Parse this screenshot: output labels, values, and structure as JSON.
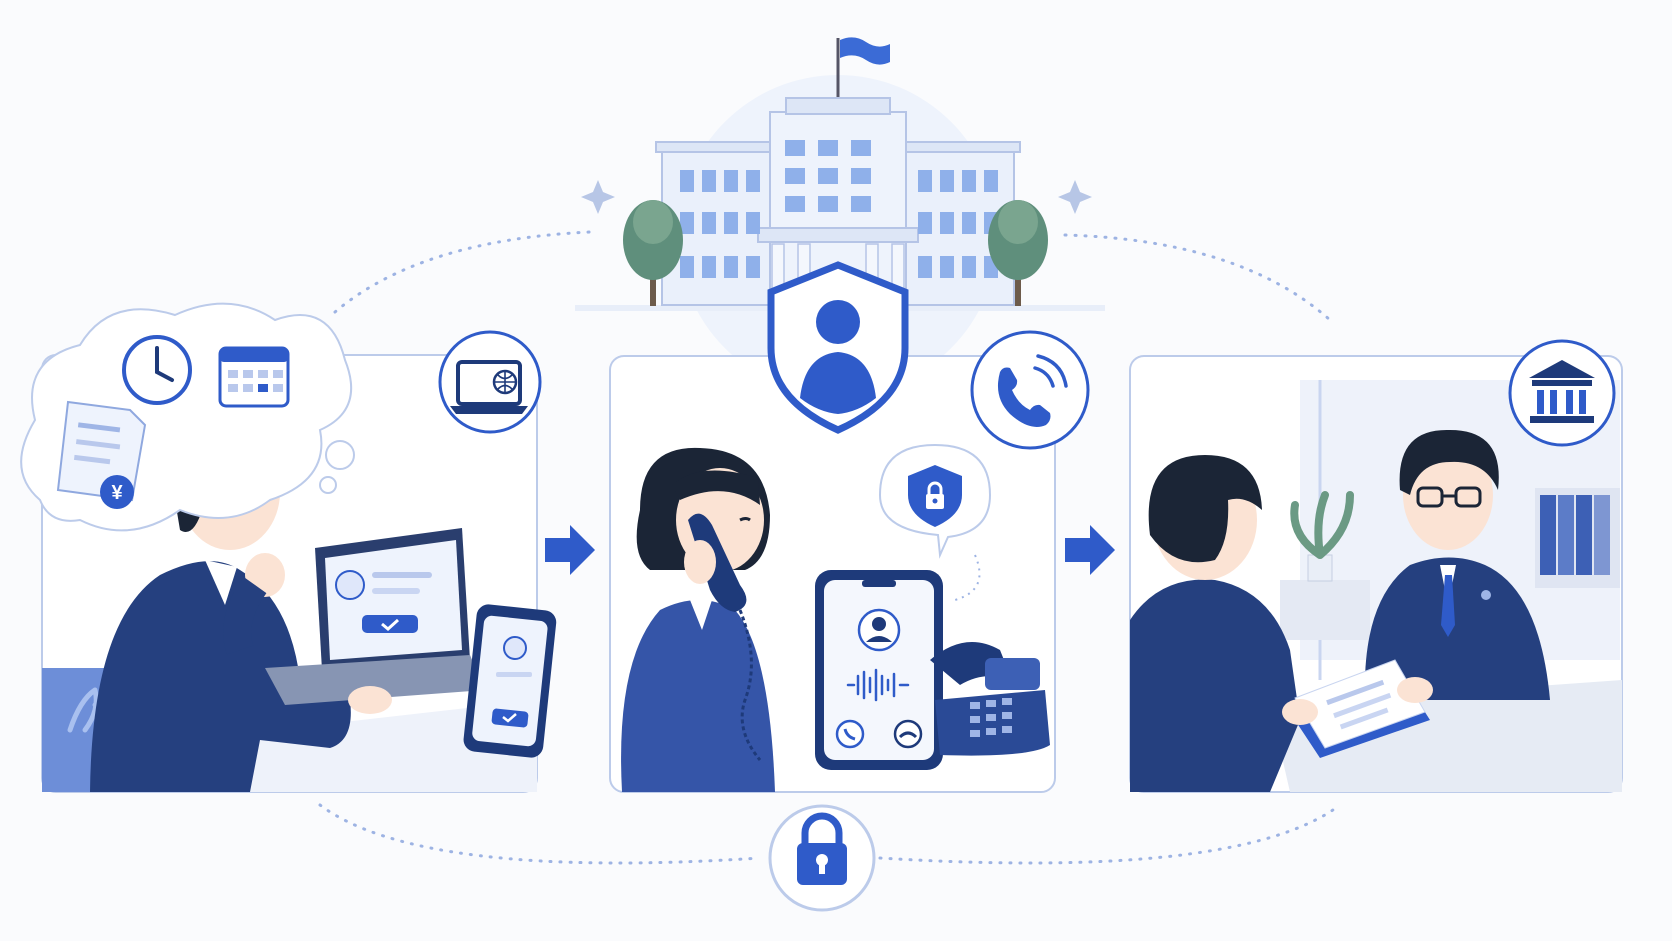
{
  "colors": {
    "background": "#fafbfd",
    "primary_blue": "#2f5bc9",
    "navy": "#1e3a7a",
    "suit": "#25407f",
    "hair": "#1b2536",
    "skin": "#fbe3d4",
    "light_blue": "#e6edfb",
    "panel_border": "#bccbea",
    "dotted_line": "#9db3e3",
    "tree_green": "#5f8f7c",
    "building": "#dfe7f7"
  },
  "icons": {
    "center_top": "shield-person-icon",
    "flow_bottom": "lock-icon",
    "step1_badge": "laptop-globe-icon",
    "step2_badge": "phone-call-icon",
    "step3_badge": "bank-icon",
    "step2_bubble": "shield-lock-icon",
    "thought_items": [
      "clock-icon",
      "calendar-icon",
      "document-yen-icon"
    ]
  },
  "scenes": [
    {
      "id": "online-application",
      "badge_icon": "laptop-globe-icon"
    },
    {
      "id": "phone-verification",
      "badge_icon": "phone-call-icon"
    },
    {
      "id": "in-person-counter",
      "badge_icon": "bank-icon"
    }
  ],
  "document_symbol": "¥"
}
